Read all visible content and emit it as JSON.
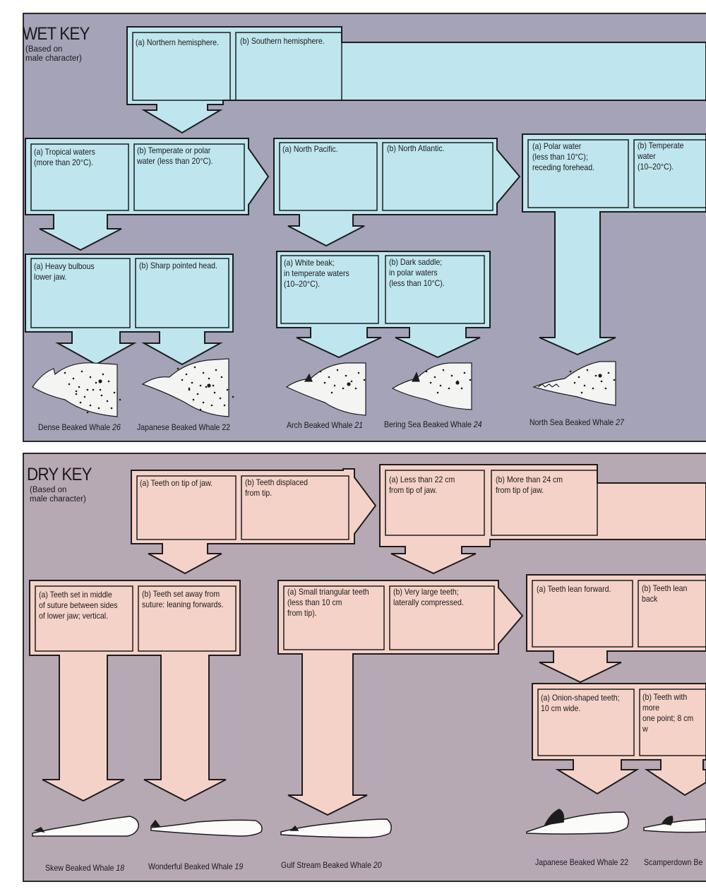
{
  "wet_key": {
    "title": "WET KEY",
    "subtitle": "(Based on\nmale character)",
    "boxes": {
      "northern": "(a) Northern hemisphere.",
      "southern": "(b) Southern hemisphere.",
      "tropical": "(a) Tropical waters\n(more than 20°C).",
      "temperate_polar": "(b) Temperate or polar\nwater (less than 20°C).",
      "north_pacific": "(a) North Pacific.",
      "north_atlantic": "(b) North Atlantic.",
      "polar_water": "(a) Polar water\n(less than 10°C);\nreceding forehead.",
      "temperate_water": "(b) Temperate water\n(10–20°C).",
      "heavy_bulbous": "(a) Heavy bulbous\nlower jaw.",
      "sharp_pointed": "(b) Sharp pointed head.",
      "white_beak": "(a) White beak;\nin temperate waters\n(10–20°C).",
      "dark_saddle": "(b) Dark saddle;\nin polar waters\n(less than 10°C)."
    },
    "whales": [
      {
        "name": "Dense Beaked Whale",
        "num": "26"
      },
      {
        "name": "Japanese Beaked Whale",
        "num": "22"
      },
      {
        "name": "Arch Beaked Whale",
        "num": "21"
      },
      {
        "name": "Bering Sea Beaked Whale",
        "num": "24"
      },
      {
        "name": "North Sea Beaked Whale",
        "num": "27"
      }
    ]
  },
  "dry_key": {
    "title": "DRY KEY",
    "subtitle": "(Based on\nmale character)",
    "boxes": {
      "teeth_tip": "(a) Teeth on tip of jaw.",
      "teeth_displaced": "(b) Teeth displaced\nfrom tip.",
      "less_22": "(a) Less than 22 cm\nfrom tip of jaw.",
      "more_24": "(b) More than 24 cm\nfrom tip of jaw.",
      "teeth_middle": "(a) Teeth set in middle\nof suture between sides\nof lower jaw; vertical.",
      "teeth_away": "(b) Teeth set away from\nsuture: leaning forwards.",
      "small_triangular": "(a) Small triangular teeth\n(less than 10 cm\nfrom tip).",
      "very_large": "(b) Very large teeth;\nlaterally compressed.",
      "lean_forward": "(a) Teeth lean forward.",
      "lean_back": "(b) Teeth lean back",
      "onion": "(a) Onion-shaped teeth;\n10 cm wide.",
      "teeth_more": "(b) Teeth with more\none point; 8 cm w"
    },
    "whales": [
      {
        "name": "Skew Beaked Whale",
        "num": "18"
      },
      {
        "name": "Wonderful Beaked Whale",
        "num": "19"
      },
      {
        "name": "Gulf Stream Beaked Whale",
        "num": "20"
      },
      {
        "name": "Japanese Beaked Whale",
        "num": "22"
      },
      {
        "name": "Scamperdown Be",
        "num": ""
      }
    ]
  },
  "colors": {
    "wet_bg": "#a4a3b8",
    "dry_bg": "#b7a9b4",
    "wet_box": "#bfe6ef",
    "dry_box": "#f5d2c8"
  }
}
